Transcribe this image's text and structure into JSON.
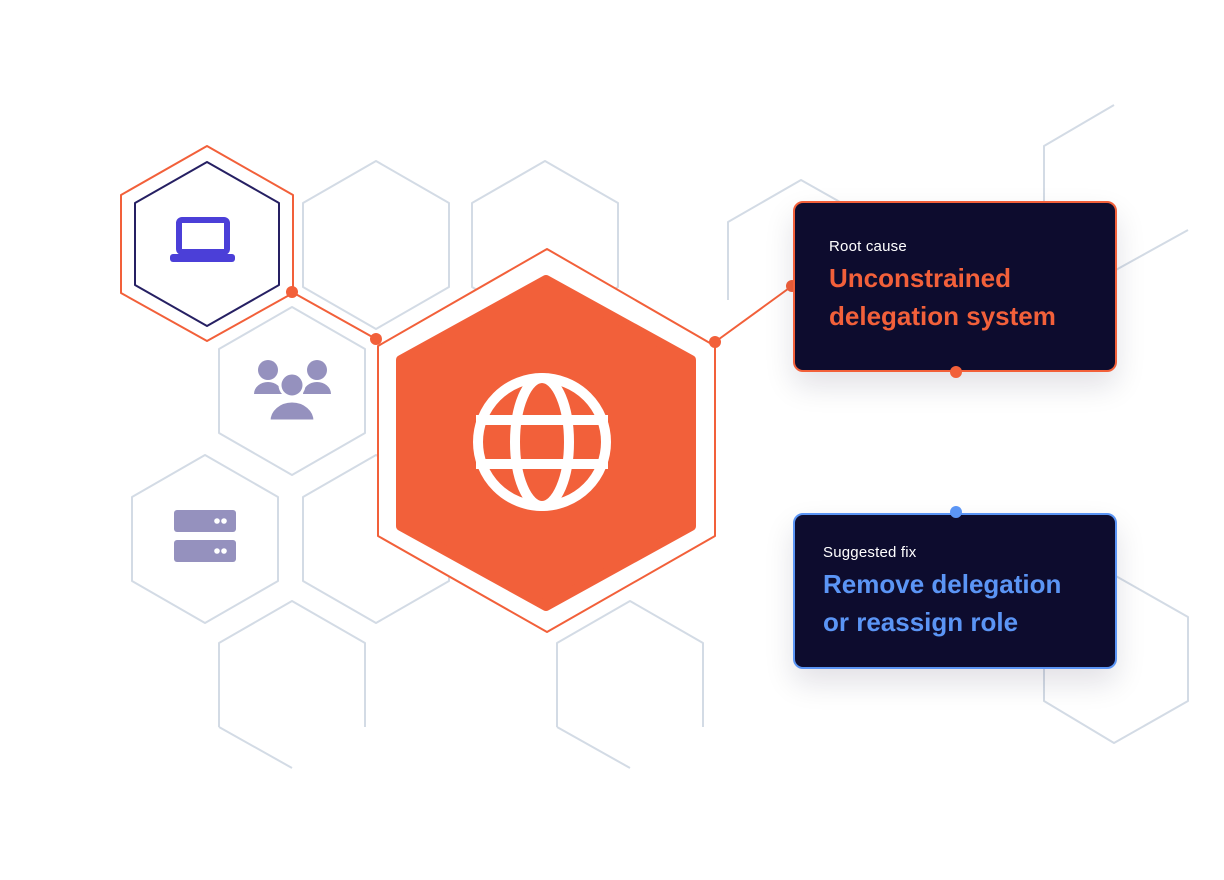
{
  "colors": {
    "accent_orange": "#f2603a",
    "accent_blue": "#5b95f5",
    "card_background": "#0d0c2e",
    "hex_outline": "#d3dbe5",
    "icon_purple": "#4b3fd8",
    "icon_lavender": "#9591be"
  },
  "icons": {
    "laptop": "laptop-icon",
    "users": "users-icon",
    "server": "server-icon",
    "globe": "globe-icon"
  },
  "root_cause": {
    "label": "Root cause",
    "title_line1": "Unconstrained",
    "title_line2": "delegation system"
  },
  "suggested_fix": {
    "label": "Suggested fix",
    "title_line1": "Remove delegation",
    "title_line2": "or reassign role"
  }
}
